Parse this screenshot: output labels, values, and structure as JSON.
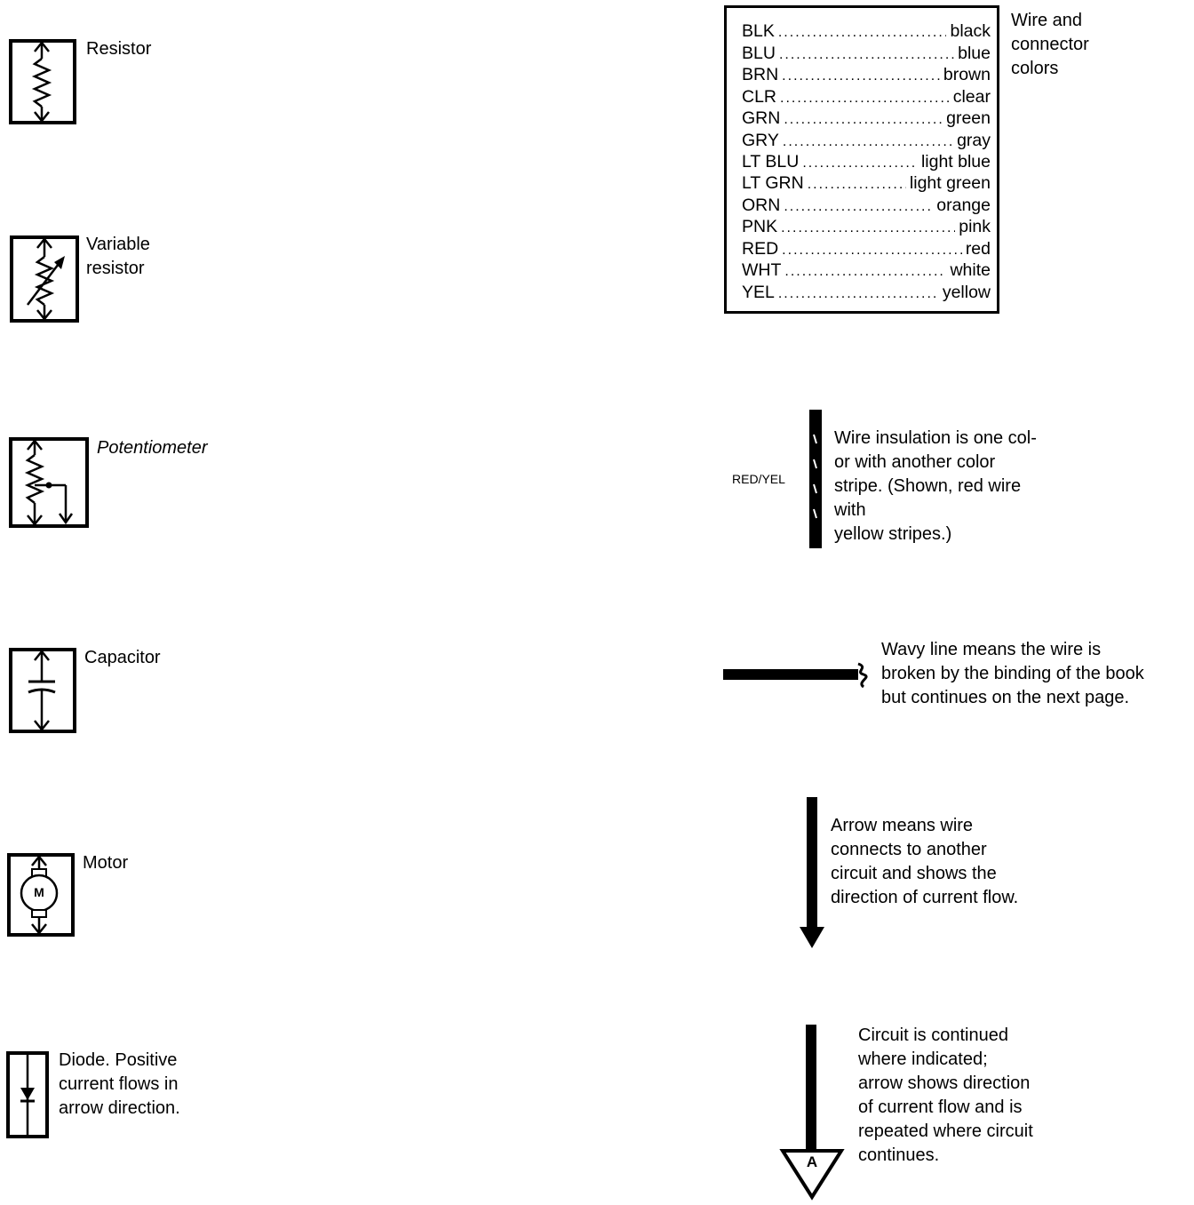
{
  "symbols": {
    "resistor": "Resistor",
    "variable_resistor": "Variable\nresistor",
    "potentiometer": "Potentiometer",
    "capacitor": "Capacitor",
    "motor": "Motor",
    "motor_letter": "M",
    "diode": "Diode. Positive\ncurrent flows in\narrow direction."
  },
  "wire_colors": {
    "caption": "Wire and\nconnector\ncolors",
    "rows": [
      {
        "abbr": "BLK",
        "name": "black"
      },
      {
        "abbr": "BLU",
        "name": "blue"
      },
      {
        "abbr": "BRN",
        "name": "brown"
      },
      {
        "abbr": "CLR",
        "name": "clear"
      },
      {
        "abbr": "GRN",
        "name": "green"
      },
      {
        "abbr": "GRY",
        "name": "gray"
      },
      {
        "abbr": "LT BLU",
        "name": "light blue"
      },
      {
        "abbr": "LT GRN",
        "name": "light green"
      },
      {
        "abbr": "ORN",
        "name": "orange"
      },
      {
        "abbr": "PNK",
        "name": "pink"
      },
      {
        "abbr": "RED",
        "name": "red"
      },
      {
        "abbr": "WHT",
        "name": "white"
      },
      {
        "abbr": "YEL",
        "name": "yellow"
      }
    ]
  },
  "striped_wire": {
    "label": "RED/YEL",
    "text": "Wire insulation is one col-\nor with another color\nstripe. (Shown, red wire\nwith\nyellow stripes.)"
  },
  "wavy_line": {
    "text": "Wavy line means the wire is\nbroken by the binding of the book\nbut continues on the next page."
  },
  "arrow": {
    "text": "Arrow means wire\nconnects to another\ncircuit and shows the\ndirection of current flow."
  },
  "continuation": {
    "letter": "A",
    "text": "Circuit is continued\nwhere indicated;\narrow shows direction\nof current flow and is\nrepeated where circuit\ncontinues."
  }
}
